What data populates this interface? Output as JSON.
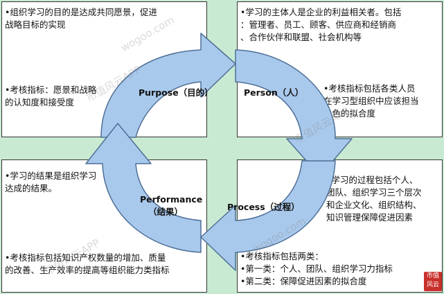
{
  "top_left": {
    "p1": [
      "•组织学习的目的是达成共同愿景，促进",
      "战略目标的实现"
    ],
    "p2": [
      "•考核指标：愿景和战略",
      "的认知度和接受度"
    ]
  },
  "top_right": {
    "p1": [
      "•学习的主体人是企业的利益相关者。包括",
      "：管理者、员工、顾客、供应商和经销商",
      "、合作伙伴和联盟、社会机构等"
    ],
    "p2": [
      "•考核指标包括各类人员",
      "在学习型组织中应该担当",
      "角色的拟合度"
    ]
  },
  "bottom_left": {
    "p1": [
      "•学习的结果是组织学习",
      "达成的结果。"
    ],
    "p2": [
      "•考核指标包括知识产权数量的增加、质量",
      "的改善、生产效率的提高等组织能力类指标"
    ]
  },
  "bottom_right": {
    "p1": [
      "•学习的过程包括个人、",
      "团队、组织学习三个层次",
      "和企业文化、组织结构、",
      "知识管理保障促进因素"
    ],
    "p2": [
      "•考核指标包括两类：",
      "•第一类：个人、团队、组织学习力指标",
      "•第二类：保障促进因素的拟合度"
    ]
  },
  "cycle": {
    "purpose": "Purpose（目的）",
    "person": "Person（人）",
    "process": "Process（过程）",
    "performance_1": "Performance",
    "performance_2": "（结果）"
  },
  "watermark": {
    "text1": "wogoo.com",
    "text2": "市值风云APP"
  },
  "seal_text": "市值风云",
  "colors": {
    "arrow_fill": "#a9c9ec",
    "arrow_stroke": "#4d6f96",
    "background": "#c9ead2"
  }
}
